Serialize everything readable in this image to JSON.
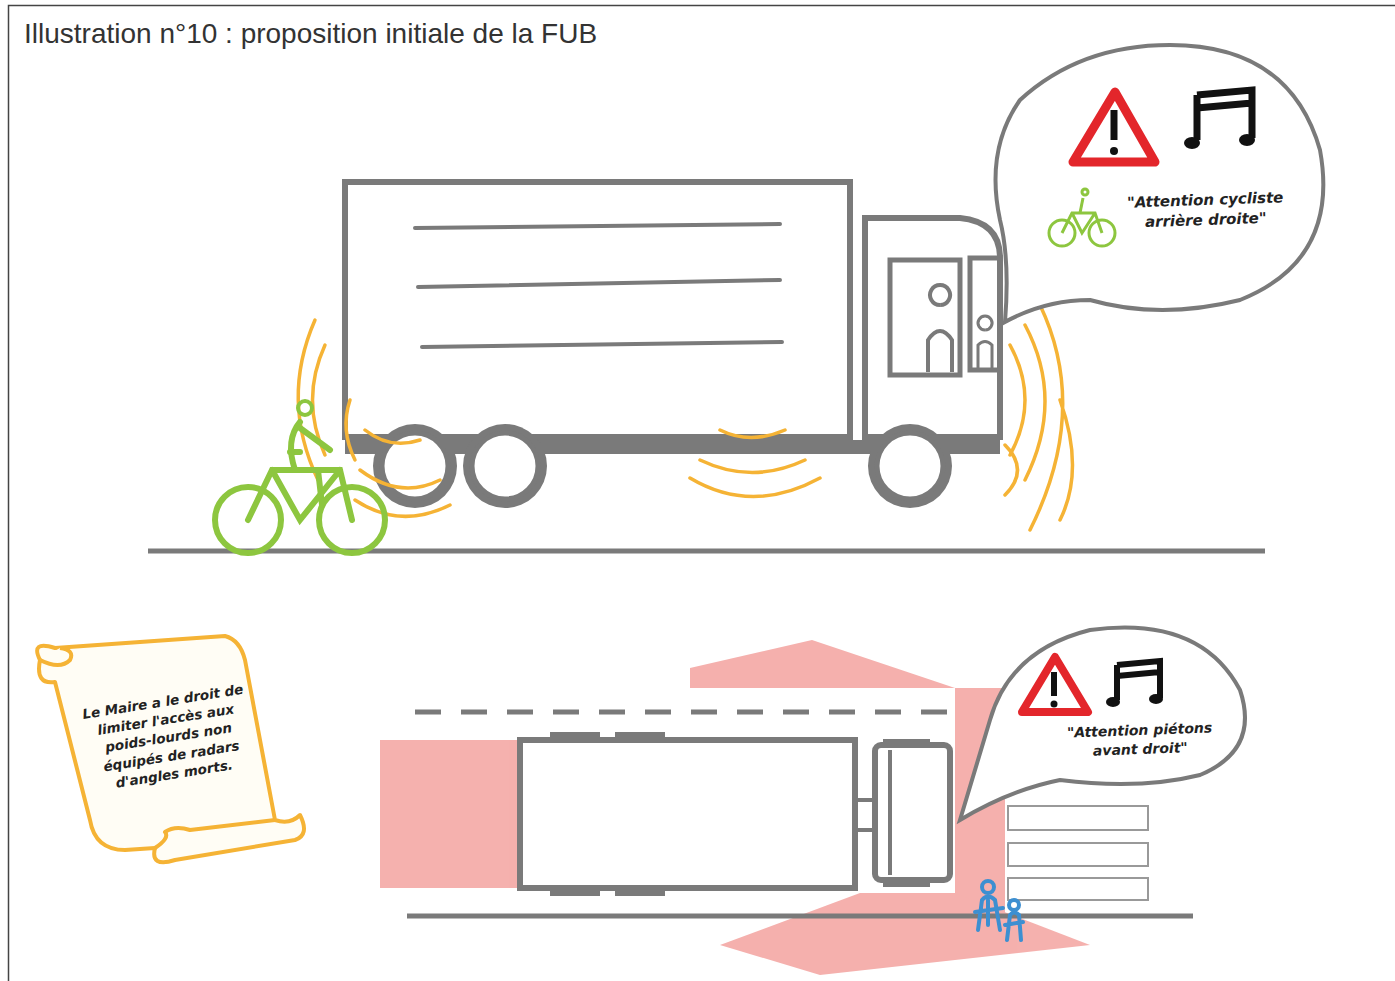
{
  "diagram": {
    "title": "Illustration n°10 : proposition initiale de la FUB",
    "nodes": [
      {
        "text": [
          "\"Attention cycliste arrière droite\""
        ]
      },
      {
        "text": [
          "Le Maire a le droit de limiter l'accès aux poids-lourds non équipés de radars d'angles morts."
        ]
      },
      {
        "text": [
          "\"Attention piétons avant droit\""
        ]
      }
    ]
  }
}
